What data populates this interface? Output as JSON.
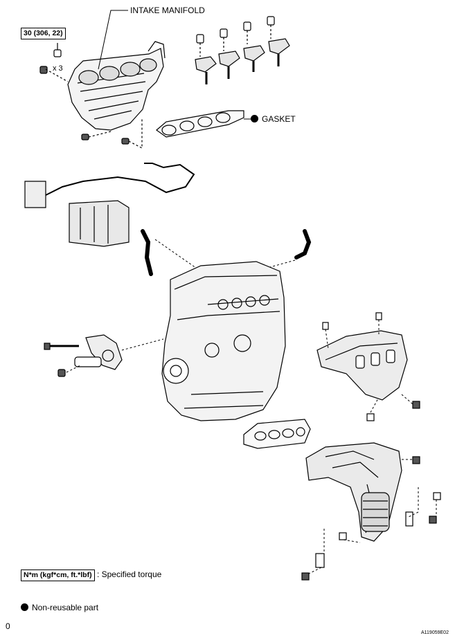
{
  "labels": {
    "intake_manifold": "INTAKE MANIFOLD",
    "gasket": "GASKET",
    "torque_box": "30 (306, 22)",
    "qty": "x 3"
  },
  "legend": {
    "torque_unit": "N*m (kgf*cm, ft.*lbf)",
    "torque_text": ": Specified torque",
    "nonreusable_text": "Non-reusable part"
  },
  "footer": {
    "page_mark": "0",
    "figure_code": "A119059E02"
  }
}
